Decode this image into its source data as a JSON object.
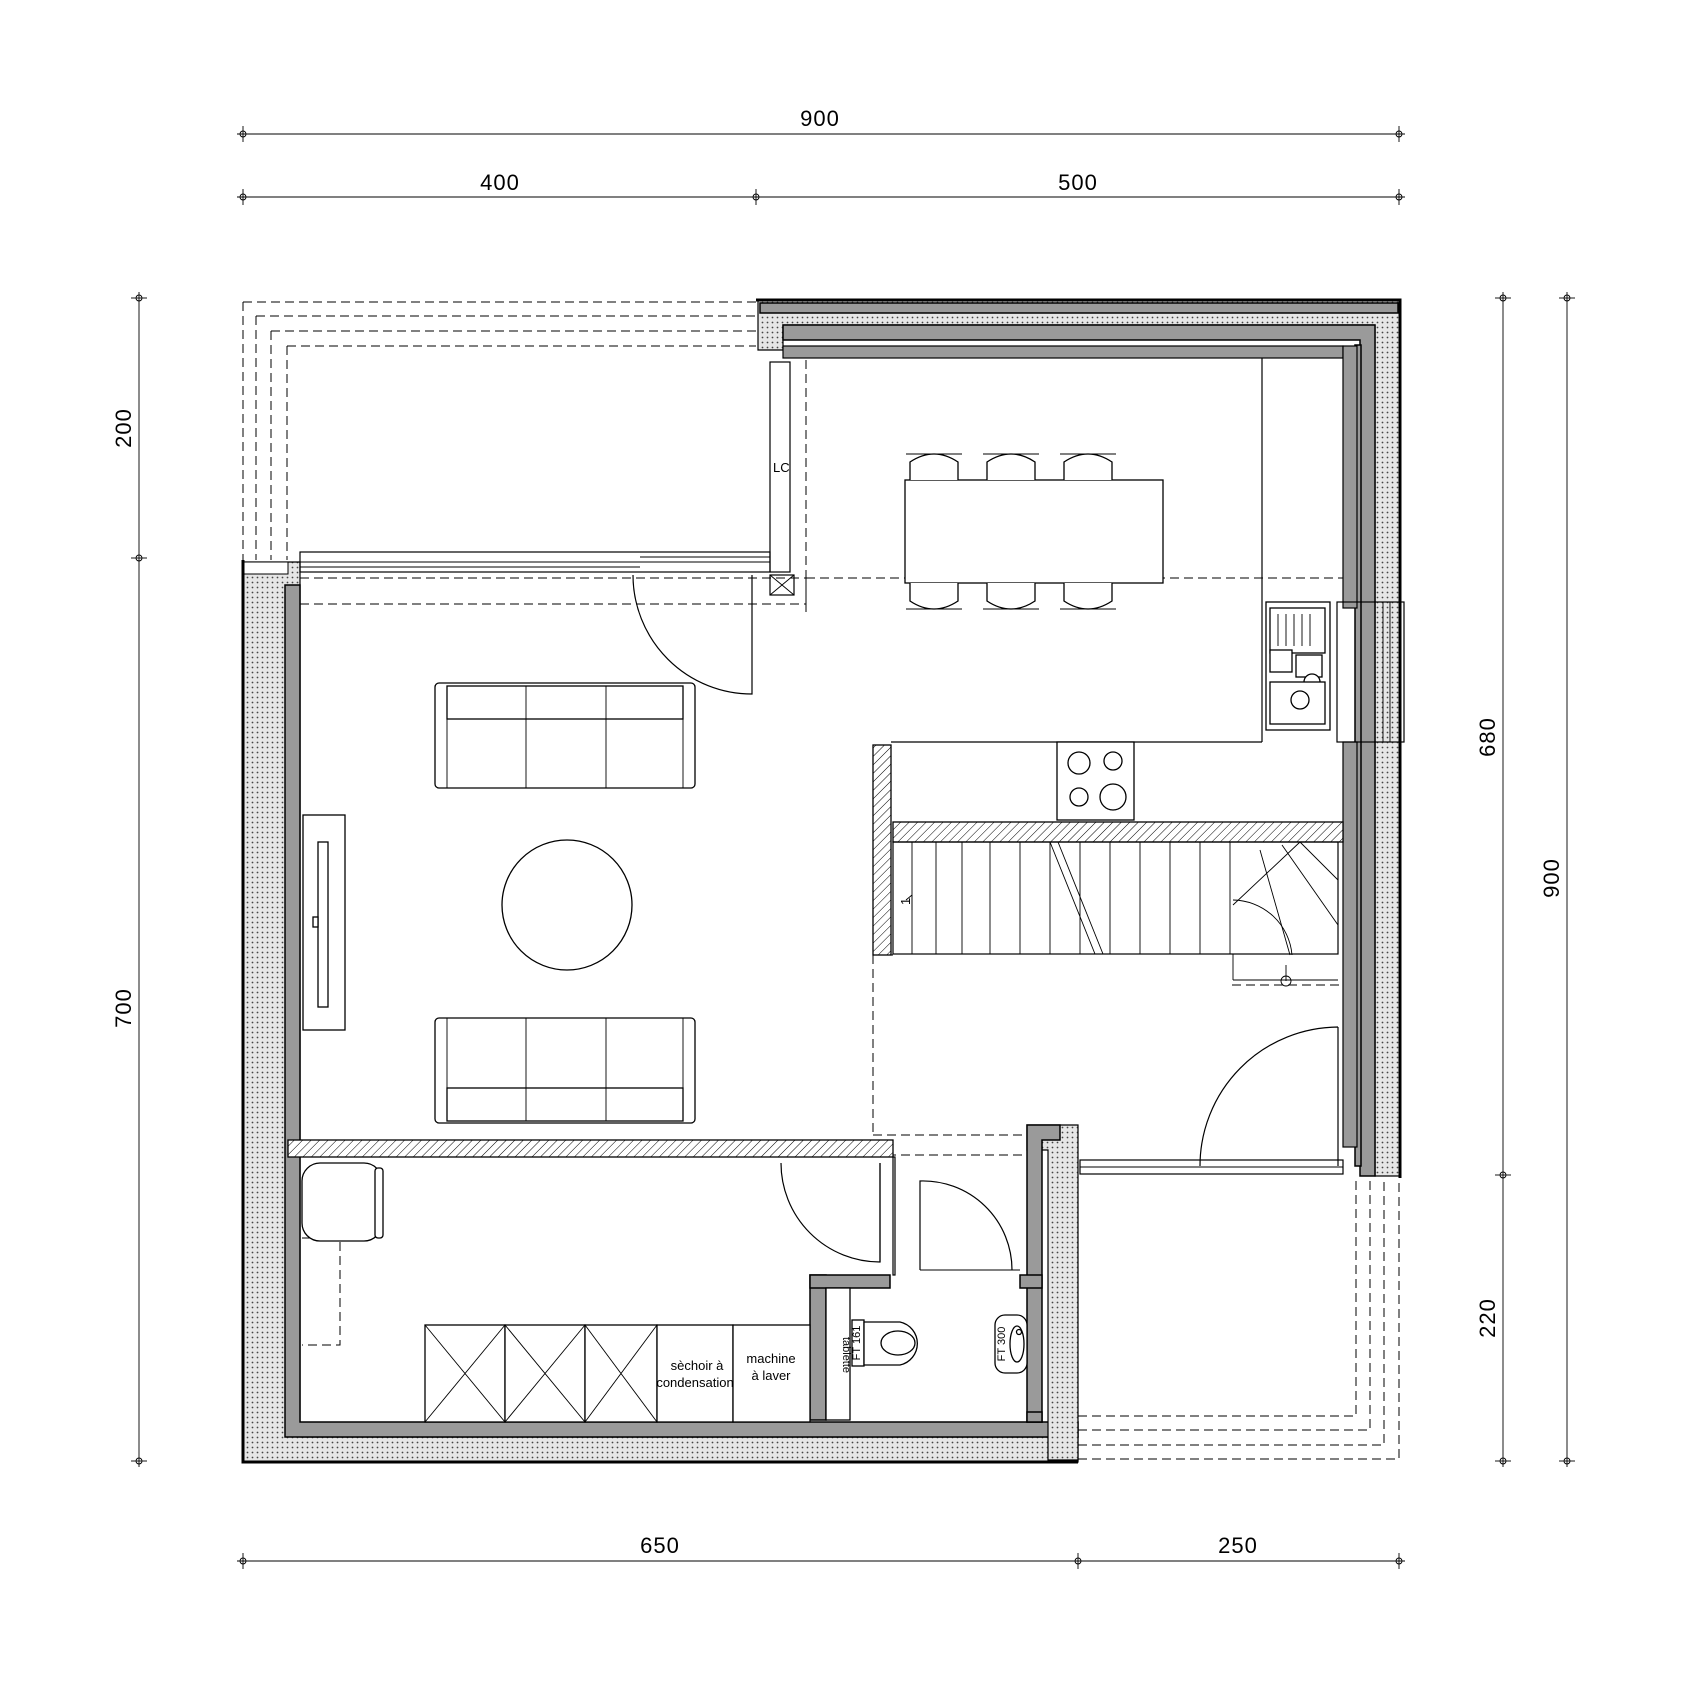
{
  "dimensions": {
    "top_total": "900",
    "top_left": "400",
    "top_right": "500",
    "bottom_left": "650",
    "bottom_right": "250",
    "left_upper": "200",
    "left_lower": "700",
    "right_inner_upper": "680",
    "right_inner_lower": "220",
    "right_outer": "900"
  },
  "labels": {
    "lc": "LC",
    "dryer_line1": "sèchoir à",
    "dryer_line2": "condensation",
    "washer_line1": "machine",
    "washer_line2": "à laver",
    "shelf": "tablette",
    "toilet_ref": "FT 161",
    "basin_ref": "FT 300",
    "stair_arrow": "1"
  }
}
